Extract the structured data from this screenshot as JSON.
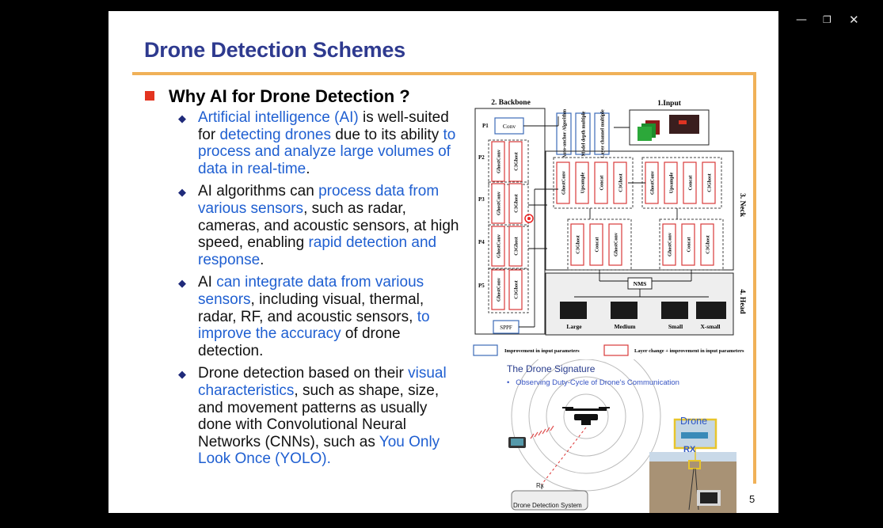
{
  "window": {
    "minimize_glyph": "—",
    "restore_glyph": "❐",
    "close_glyph": "✕"
  },
  "slide": {
    "title": "Drone Detection Schemes",
    "heading": "Why AI for Drone Detection ?",
    "page_number": "5",
    "accent_color": "#f0b158",
    "highlight_color": "#1f5fd1"
  },
  "bullets": [
    {
      "parts": [
        {
          "t": "Artificial intelligence (AI)",
          "hl": true
        },
        {
          "t": " is well-suited for ",
          "hl": false
        },
        {
          "t": "detecting drones",
          "hl": true
        },
        {
          "t": " due to its ability ",
          "hl": false
        },
        {
          "t": "to process and analyze large volumes of data in real-time",
          "hl": true
        },
        {
          "t": ".",
          "hl": false
        }
      ]
    },
    {
      "parts": [
        {
          "t": "AI algorithms can ",
          "hl": false
        },
        {
          "t": "process data from various sensors",
          "hl": true
        },
        {
          "t": ", such as radar, cameras, and acoustic sensors, at high speed, enabling ",
          "hl": false
        },
        {
          "t": "rapid detection and response",
          "hl": true
        },
        {
          "t": ".",
          "hl": false
        }
      ]
    },
    {
      "parts": [
        {
          "t": "AI ",
          "hl": false
        },
        {
          "t": "can integrate data from various sensors",
          "hl": true
        },
        {
          "t": ", including visual, thermal, radar, RF, and acoustic sensors, ",
          "hl": false
        },
        {
          "t": "to improve the accuracy",
          "hl": true
        },
        {
          "t": " of drone detection.",
          "hl": false
        }
      ]
    },
    {
      "parts": [
        {
          "t": "Drone detection based on their ",
          "hl": false
        },
        {
          "t": "visual characteristics",
          "hl": true
        },
        {
          "t": ", such as shape, size, and movement patterns as usually done with Convolutional Neural Networks (CNNs), such as ",
          "hl": false
        },
        {
          "t": "You Only Look Once (YOLO).",
          "hl": true
        }
      ]
    }
  ],
  "diagram": {
    "backbone_label": "2. Backbone",
    "input_label": "1.Input",
    "neck_label": "3. Neck",
    "head_label": "4. Head",
    "levels": [
      "P1",
      "P2",
      "P3",
      "P4",
      "P5"
    ],
    "conv": "Conv",
    "sppf": "SPPF",
    "ghostconv": "GhostConv",
    "c3ghost": "C3Ghost",
    "upsample": "Upsample",
    "concat": "Concat",
    "nms": "NMS",
    "input_blocks": [
      "Auto-anchor Algorithm",
      "Model depth multiple",
      "Layer channel multiple"
    ],
    "head_outputs": [
      "Large",
      "Medium",
      "Small",
      "X-small"
    ],
    "legend_blue": "Improvement in input parameters",
    "legend_red": "Layer change + improvement in input parameters"
  },
  "signature": {
    "title": "The Drone Signature",
    "subtitle": "Observing Duty-Cycle of Drone's Communication",
    "drone_label": "Drone",
    "rx_label": "RX",
    "rx_small": "Rx",
    "system_label": "Drone Detection System"
  }
}
